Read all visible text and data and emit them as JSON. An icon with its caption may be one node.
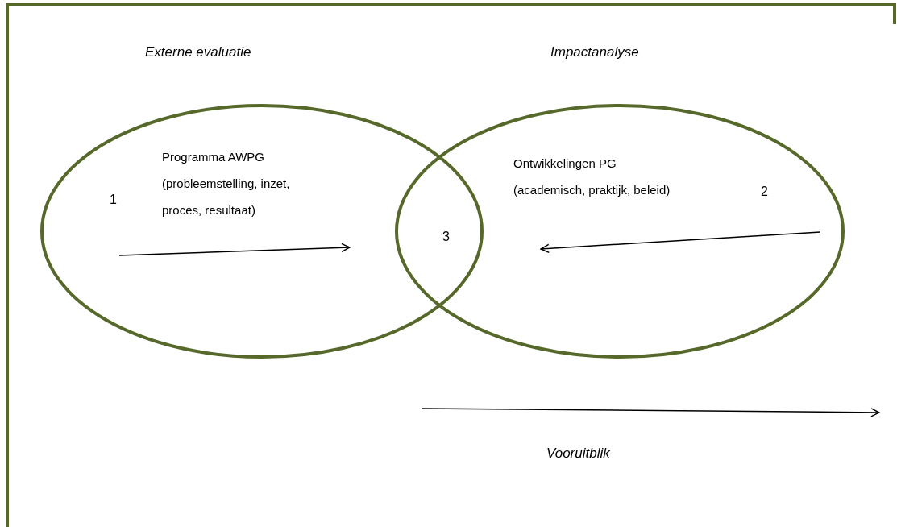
{
  "diagram": {
    "nodes": [
      {
        "text": [
          "1",
          "Programma AWPG (probleemstelling, inzet, proces, resultaat)"
        ],
        "beside": [
          "Externe evaluatie"
        ]
      },
      {
        "text": [
          "Ontwikkelingen PG (academisch, praktijk, beleid)",
          "2"
        ],
        "beside": [
          "Impactanalyse"
        ]
      }
    ],
    "labels": [
      "3",
      "Vooruitblik"
    ]
  }
}
